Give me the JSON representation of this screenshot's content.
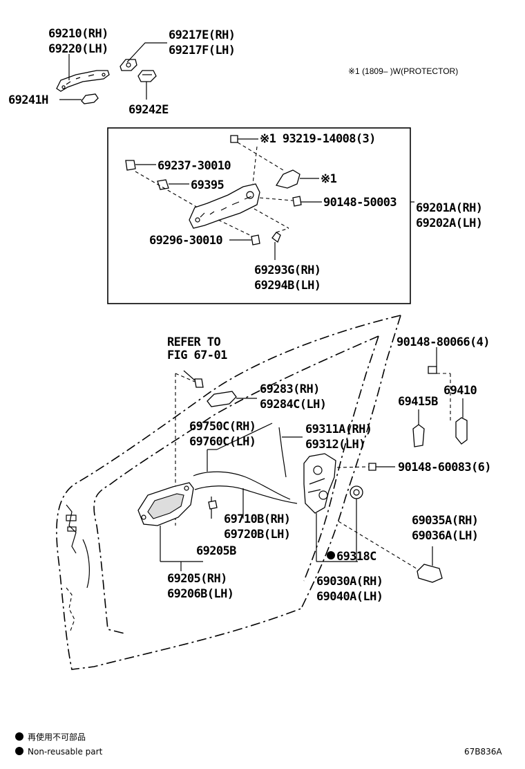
{
  "labels": {
    "handle_rh": "69210(RH)",
    "handle_lh": "69220(LH)",
    "pad_rh": "69217E(RH)",
    "pad_lh": "69217F(LH)",
    "cap": "69241H",
    "pad2": "69242E",
    "protector_note": "※1 (1809–        )W(PROTECTOR)",
    "bolt_93219": "※1 93219-14008(3)",
    "mark_1": "※1",
    "part_69237": "69237-30010",
    "part_69395": "69395",
    "part_90148_50003": "90148-50003",
    "frame_rh": "69201A(RH)",
    "frame_lh": "69202A(LH)",
    "part_69296": "69296-30010",
    "part_69293": "69293G(RH)",
    "part_69294": "69294B(LH)",
    "refer_1": "REFER TO",
    "refer_2": "FIG 67-01",
    "bolt_80066": "90148-80066(4)",
    "cover_rh": "69283(RH)",
    "cover_lh": "69284C(LH)",
    "striker": "69410",
    "part_69415": "69415B",
    "cable_rh": "69750C(RH)",
    "cable_lh": "69760C(LH)",
    "rod_rh": "69311A(RH)",
    "rod_lh": "69312(LH)",
    "bolt_60083": "90148-60083(6)",
    "cable2_rh": "69710B(RH)",
    "cable2_lh": "69720B(LH)",
    "part_69205B": "69205B",
    "inner_rh": "69205(RH)",
    "inner_lh": "69206B(LH)",
    "seal": "69318C",
    "lock_rh": "69030A(RH)",
    "lock_lh": "69040A(LH)",
    "bracket_rh": "69035A(RH)",
    "bracket_lh": "69036A(LH)"
  },
  "legend": {
    "jp": "再使用不可部品",
    "en": "Non-reusable part"
  },
  "figure_code": "67B836A"
}
